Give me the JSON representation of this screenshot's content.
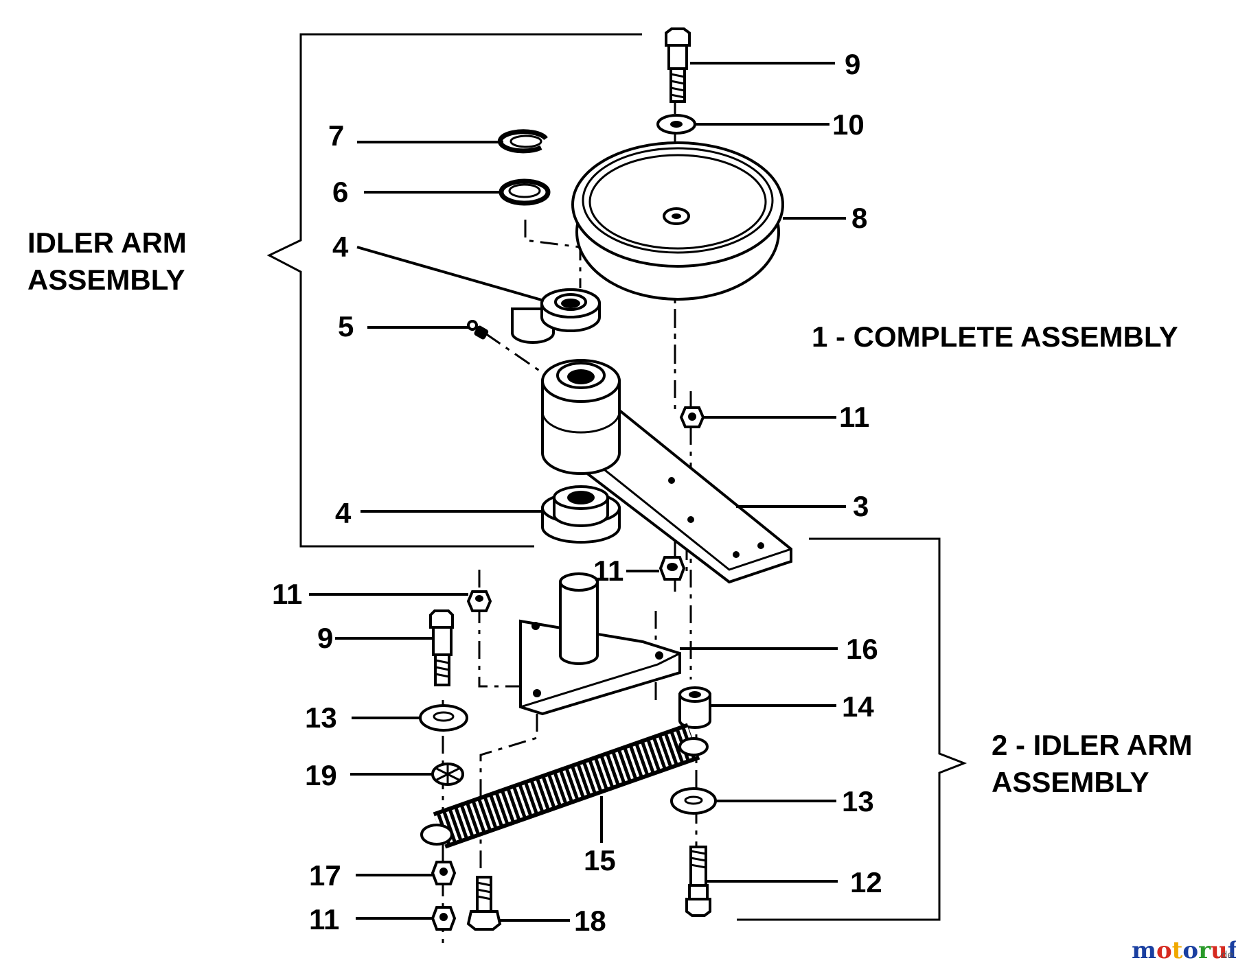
{
  "assemblies": {
    "idler_arm_line1": "IDLER ARM",
    "idler_arm_line2": "ASSEMBLY",
    "complete": "1 - COMPLETE ASSEMBLY",
    "idler_arm_2_line1": "2 - IDLER ARM",
    "idler_arm_2_line2": "ASSEMBLY"
  },
  "callouts": {
    "c9_top": "9",
    "c10": "10",
    "c7": "7",
    "c6": "6",
    "c8": "8",
    "c4_upper": "4",
    "c5": "5",
    "c11_right": "11",
    "c3": "3",
    "c4_lower": "4",
    "c11_mid": "11",
    "c11_left": "11",
    "c9_left": "9",
    "c16": "16",
    "c13_left": "13",
    "c14": "14",
    "c19": "19",
    "c13_right": "13",
    "c15": "15",
    "c17": "17",
    "c12": "12",
    "c11_bottom": "11",
    "c18": "18"
  },
  "watermark": {
    "brand": "motoruf",
    "suffix": ".de",
    "colors": [
      "#1a3fa0",
      "#d62a20",
      "#f0a800",
      "#1a3fa0",
      "#2a9a2a",
      "#d62a20",
      "#1a3fa0"
    ]
  }
}
